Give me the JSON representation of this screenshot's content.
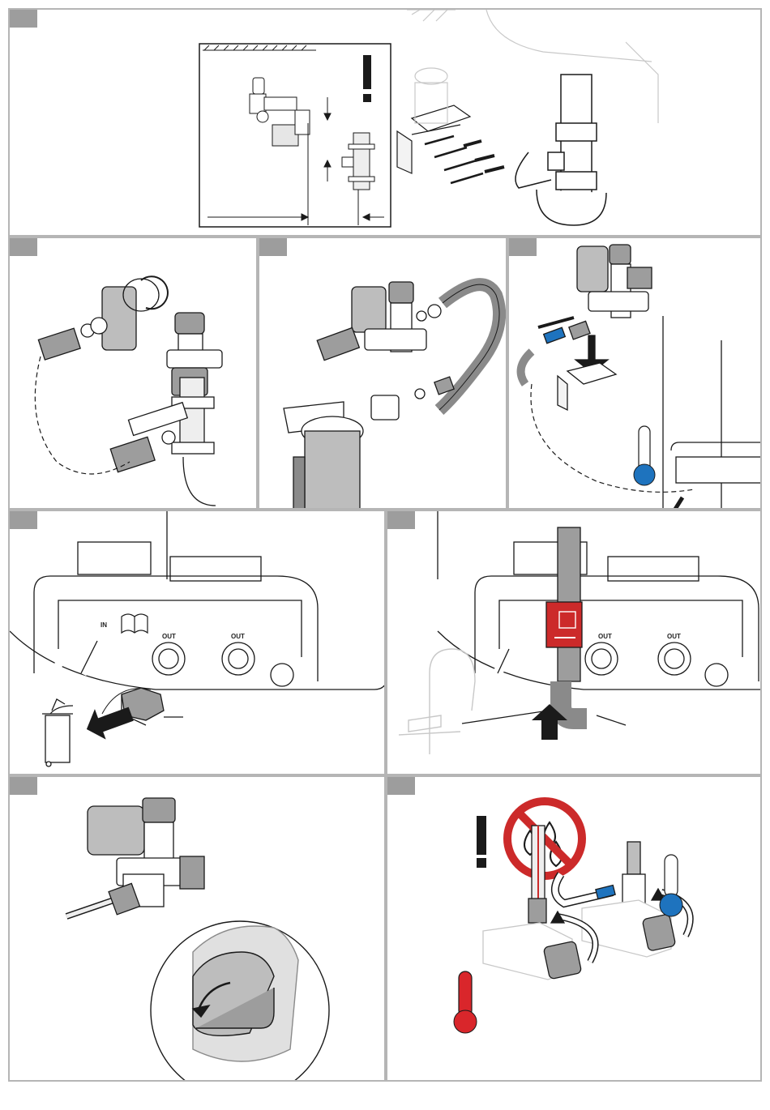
{
  "panels": [
    {
      "id": "mounting"
    },
    {
      "id": "siphon-thread"
    },
    {
      "id": "filter-hose"
    },
    {
      "id": "cold-connection"
    },
    {
      "id": "remove-plug"
    },
    {
      "id": "connect-tap"
    },
    {
      "id": "valve-turn"
    },
    {
      "id": "no-leak"
    }
  ],
  "boiler_labels": {
    "in_label": "IN",
    "out_label": "OUT"
  },
  "colors": {
    "panel_border": "#b5b5b5",
    "panel_tag": "#9d9d9d",
    "line": "#1a1a1a",
    "faded": "#c8c8c8",
    "pipe_grey": "#8a8a8a",
    "cold_blue": "#1e73be",
    "hot_red": "#d9262b",
    "red_sleeve": "#cc2a2a"
  },
  "icons": [
    "warning-icon",
    "thermometer-cold-icon",
    "thermometer-hot-icon",
    "no-water-drops-icon",
    "manual-book-icon",
    "trash-bin-icon",
    "arrow-icon"
  ]
}
